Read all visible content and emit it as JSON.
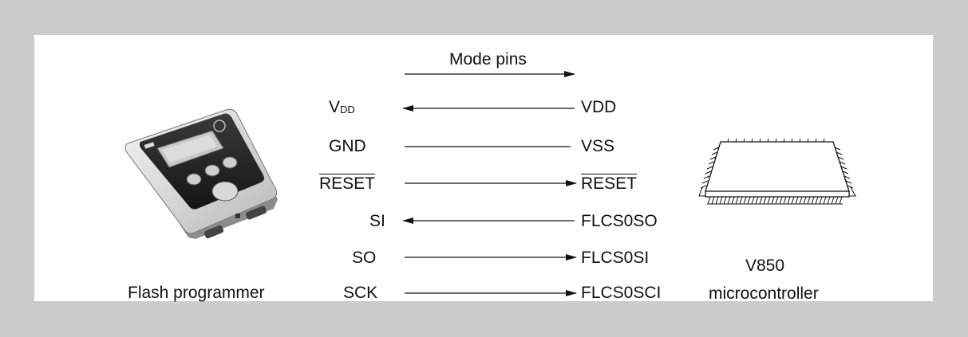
{
  "header": {
    "label": "Mode pins"
  },
  "programmer": {
    "caption": "Flash programmer",
    "pins": [
      {
        "id": "vdd",
        "main": "V",
        "sub": "DD",
        "overline": false
      },
      {
        "id": "gnd",
        "main": "GND",
        "overline": false
      },
      {
        "id": "reset",
        "main": "RESET",
        "overline": true
      },
      {
        "id": "si",
        "main": "SI",
        "overline": false
      },
      {
        "id": "so",
        "main": "SO",
        "overline": false
      },
      {
        "id": "sck",
        "main": "SCK",
        "overline": false
      }
    ]
  },
  "mcu": {
    "caption_line1": "V850",
    "caption_line2": "microcontroller",
    "pins": [
      {
        "id": "vdd",
        "label": "VDD",
        "overline": false
      },
      {
        "id": "vss",
        "label": "VSS",
        "overline": false
      },
      {
        "id": "reset",
        "label": "RESET",
        "overline": true
      },
      {
        "id": "flcs0so",
        "label": "FLCS0SO",
        "overline": false
      },
      {
        "id": "flcs0si",
        "label": "FLCS0SI",
        "overline": false
      },
      {
        "id": "flcs0sci",
        "label": "FLCS0SCI",
        "overline": false
      }
    ]
  },
  "connections": [
    {
      "from": "VDD",
      "to": "VDD",
      "direction": "to-programmer"
    },
    {
      "from": "GND",
      "to": "VSS",
      "direction": "none"
    },
    {
      "from": "RESET",
      "to": "RESET",
      "direction": "to-mcu"
    },
    {
      "from": "SI",
      "to": "FLCS0SO",
      "direction": "to-programmer"
    },
    {
      "from": "SO",
      "to": "FLCS0SI",
      "direction": "to-mcu"
    },
    {
      "from": "SCK",
      "to": "FLCS0SCI",
      "direction": "to-mcu"
    }
  ],
  "colors": {
    "background": "#cccccc",
    "panel": "#ffffff",
    "line": "#111111"
  }
}
